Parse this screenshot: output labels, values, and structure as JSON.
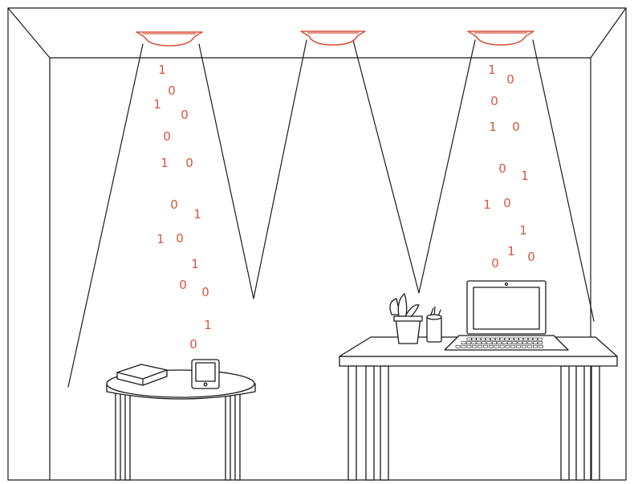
{
  "colors": {
    "accent": "#d9553e",
    "line": "#1a1a1a",
    "background": "#ffffff"
  },
  "lamps": [
    {
      "name": "ceiling-lamp-left",
      "bits": [
        "1",
        "0",
        "1",
        "0",
        "0",
        "1",
        "0",
        "0",
        "1",
        "1",
        "0",
        "1",
        "0",
        "0",
        "1",
        "0"
      ]
    },
    {
      "name": "ceiling-lamp-middle",
      "bits": []
    },
    {
      "name": "ceiling-lamp-right",
      "bits": [
        "1",
        "0",
        "0",
        "1",
        "0",
        "0",
        "1",
        "1",
        "0",
        "1",
        "1",
        "0",
        "0"
      ]
    }
  ],
  "devices": [
    "book-device",
    "smartphone-device",
    "potted-plant",
    "pen-cup",
    "laptop-device"
  ]
}
